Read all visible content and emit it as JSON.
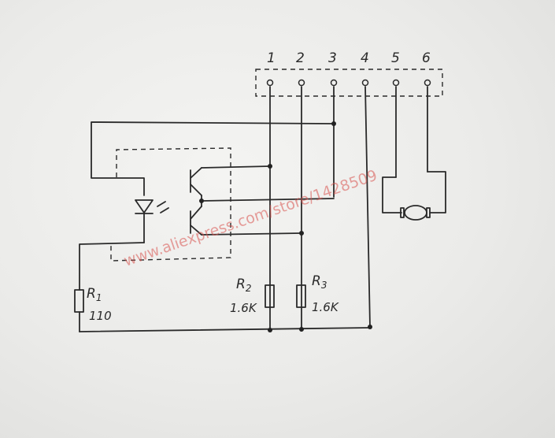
{
  "connector": {
    "pins": [
      "1",
      "2",
      "3",
      "4",
      "5",
      "6"
    ]
  },
  "components": {
    "r1": {
      "label": "R",
      "index": "1",
      "value": "110"
    },
    "r2": {
      "label": "R",
      "index": "2",
      "value": "1.6K"
    },
    "r3": {
      "label": "R",
      "index": "3",
      "value": "1.6K"
    }
  },
  "watermark": "www.aliexpress.com/store/1428509",
  "colors": {
    "ink": "#2a2a2a",
    "paper": "#ececea",
    "watermark": "#d9534f"
  }
}
